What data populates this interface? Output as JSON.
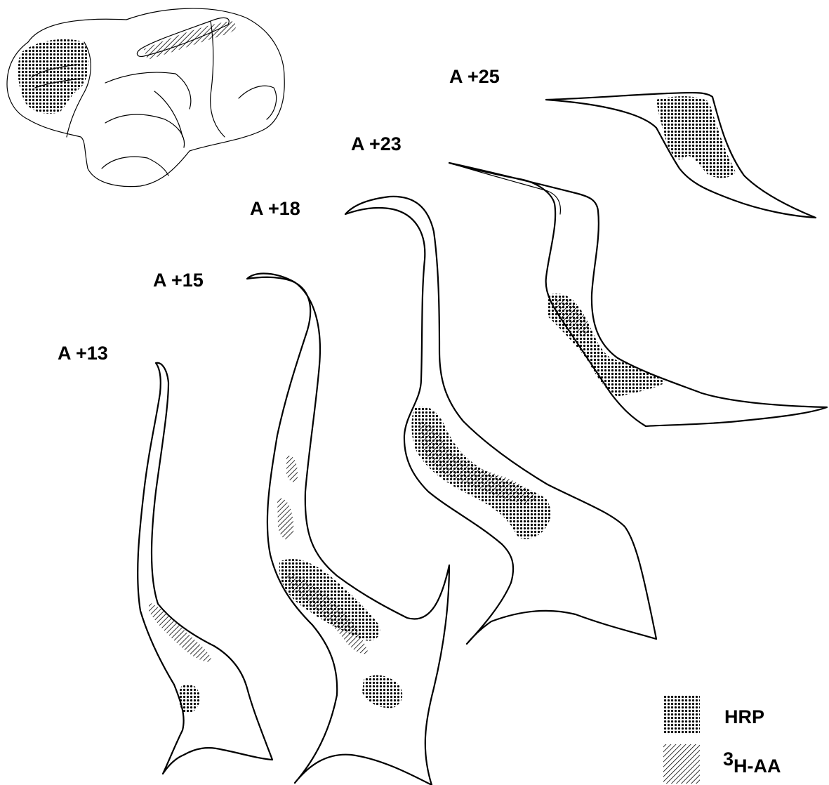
{
  "sections": [
    {
      "label": "A +25"
    },
    {
      "label": "A +23"
    },
    {
      "label": "A +18"
    },
    {
      "label": "A +15"
    },
    {
      "label": "A +13"
    }
  ],
  "legend": {
    "hrp_label": "HRP",
    "aa_superscript": "3",
    "aa_label": "H-AA"
  },
  "colors": {
    "ink": "#000000",
    "background": "#ffffff"
  }
}
